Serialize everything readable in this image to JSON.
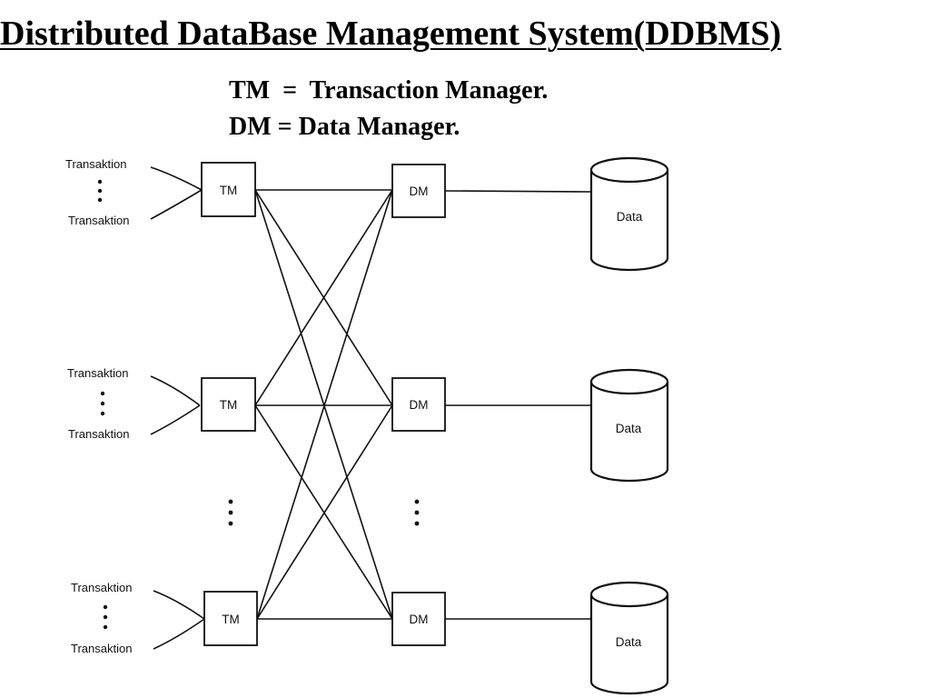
{
  "title": "Distributed DataBase Management System(DDBMS)",
  "legend": [
    "TM  =  Transaction Manager.",
    "DM = Data Manager."
  ],
  "diagram": {
    "sites": [
      {
        "transaction_labels": [
          "Transaktion",
          "Transaktion"
        ],
        "tm_label": "TM",
        "dm_label": "DM",
        "data_label": "Data"
      },
      {
        "transaction_labels": [
          "Transaktion",
          "Transaktion"
        ],
        "tm_label": "TM",
        "dm_label": "DM",
        "data_label": "Data"
      },
      {
        "transaction_labels": [
          "Transaktion",
          "Transaktion"
        ],
        "tm_label": "TM",
        "dm_label": "DM",
        "data_label": "Data"
      }
    ],
    "connections": "every TM connects to every DM; each DM connects to one Data store"
  }
}
